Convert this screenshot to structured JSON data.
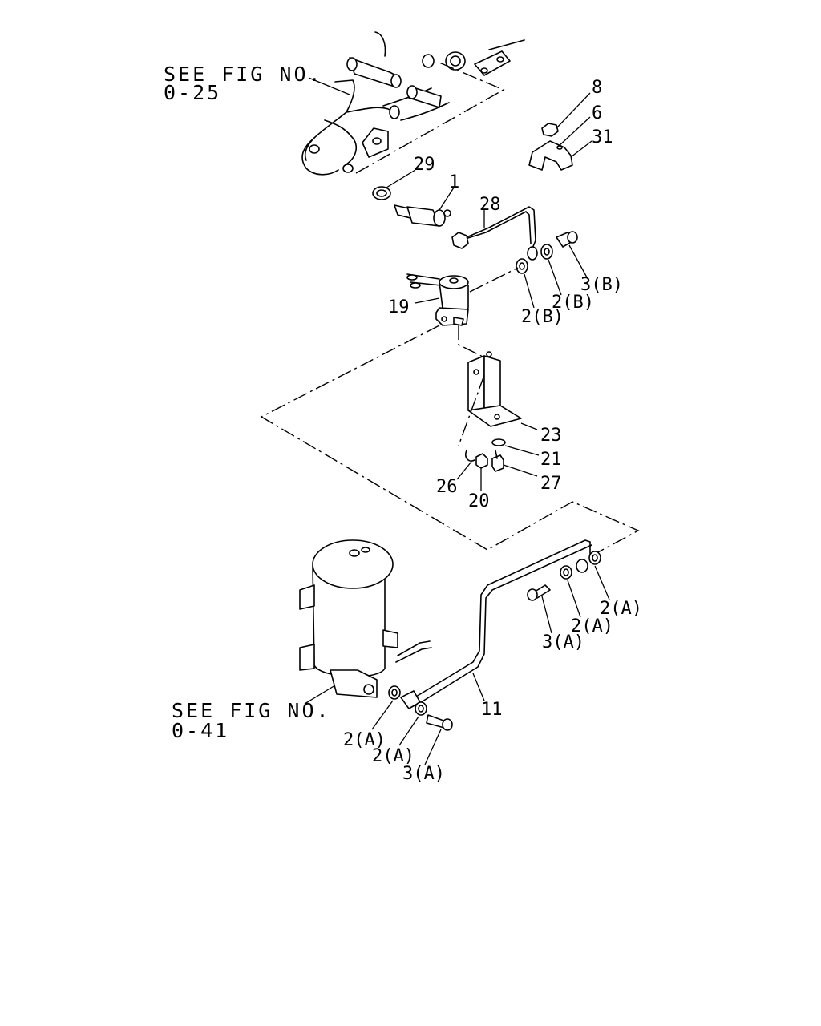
{
  "references": {
    "ref_top_line1": "SEE FIG NO.",
    "ref_top_line2": "0-25",
    "ref_bottom_line1": "SEE FIG NO.",
    "ref_bottom_line2": "0-41"
  },
  "callouts": {
    "c8": "8",
    "c6": "6",
    "c31": "31",
    "c29": "29",
    "c1": "1",
    "c28": "28",
    "c3b": "3(B)",
    "c2b_right": "2(B)",
    "c2b_left": "2(B)",
    "c19": "19",
    "c23": "23",
    "c21": "21",
    "c27": "27",
    "c26": "26",
    "c20": "20",
    "c2a_right": "2(A)",
    "c2a_mid": "2(A)",
    "c3a_top": "3(A)",
    "c11": "11",
    "c2a_bl1": "2(A)",
    "c2a_bl2": "2(A)",
    "c3a_bottom": "3(A)"
  }
}
